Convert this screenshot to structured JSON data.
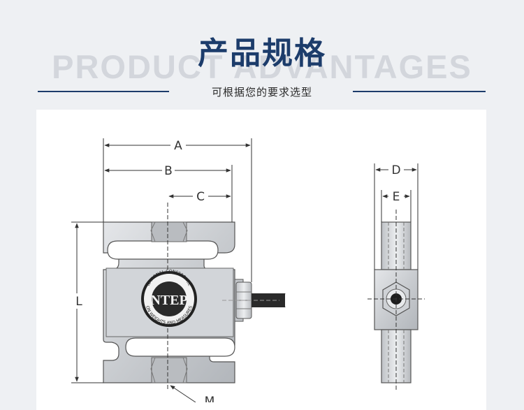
{
  "header": {
    "title": "产品规格",
    "background_text": "PRODUCT ADVANTAGES",
    "subtitle": "可根据您的要求选型"
  },
  "drawing": {
    "dimensions": {
      "a": "A",
      "b": "B",
      "c": "C",
      "d": "D",
      "e": "E",
      "l": "L",
      "m": "M"
    },
    "seal": {
      "center": "NTEP",
      "ring_top": "NATIONAL CONFERENCE",
      "ring_bottom": "ON WEIGHTS AND MEASURES"
    }
  },
  "colors": {
    "title": "#1c3c6b",
    "background": "#eef0f3",
    "panel": "#ffffff"
  }
}
